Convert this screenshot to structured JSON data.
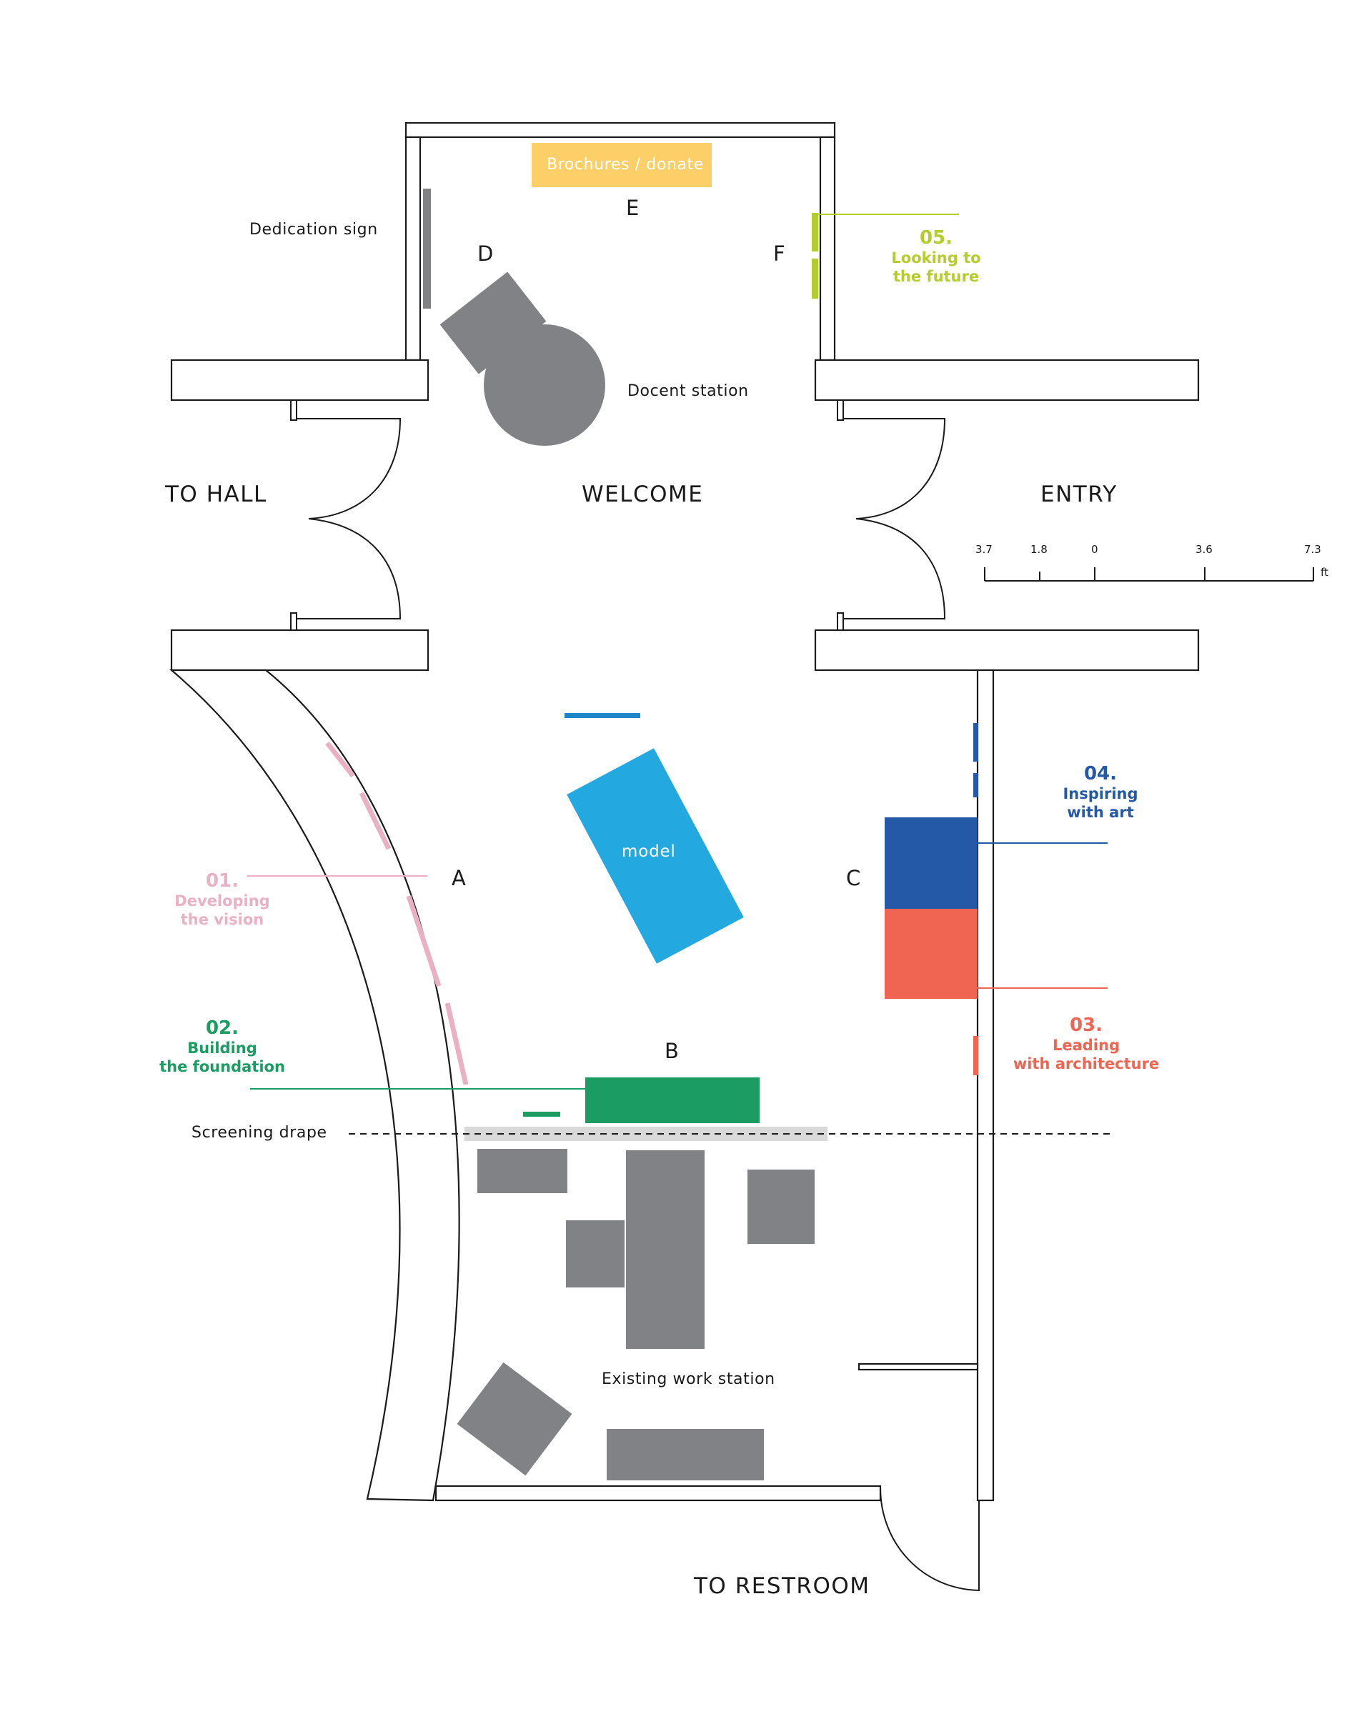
{
  "rooms": {
    "to_hall": "TO HALL",
    "welcome": "WELCOME",
    "entry": "ENTRY",
    "to_restroom": "TO RESTROOM"
  },
  "zones": {
    "a": "A",
    "b": "B",
    "c": "C",
    "d": "D",
    "e": "E",
    "f": "F"
  },
  "fixtures": {
    "brochures": "Brochures / donate",
    "dedication_sign": "Dedication sign",
    "docent_station": "Docent station",
    "model": "model",
    "screening_drape": "Screening drape",
    "existing_work_station": "Existing work station"
  },
  "themes": [
    {
      "number": "01.",
      "line1": "Developing",
      "line2": "the vision",
      "color": "#eab0c4"
    },
    {
      "number": "02.",
      "line1": "Building",
      "line2": "the foundation",
      "color": "#1a9c63"
    },
    {
      "number": "03.",
      "line1": "Leading",
      "line2": "with architecture",
      "color": "#ef6552"
    },
    {
      "number": "04.",
      "line1": "Inspiring",
      "line2": "with art",
      "color": "#2359a6"
    },
    {
      "number": "05.",
      "line1": "Looking to",
      "line2": "the future",
      "color": "#b5cd2c"
    }
  ],
  "scale_bar": {
    "ticks": [
      "3.7",
      "1.8",
      "0",
      "3.6",
      "7.3"
    ],
    "unit": "ft"
  },
  "colors": {
    "wall": "#1a1a1a",
    "furniture": "#818285",
    "drape": "#d9d9d9",
    "brochures": "#fccf68",
    "model": "#23a8e0",
    "model_bar": "#1f86c8"
  }
}
